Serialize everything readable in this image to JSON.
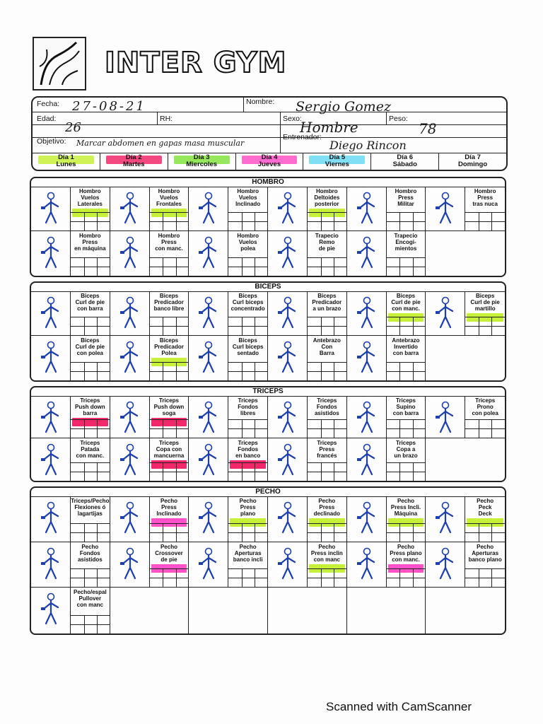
{
  "header": {
    "brand": "INTER GYM"
  },
  "info": {
    "fecha_label": "Fecha:",
    "fecha_value": "27-08-21",
    "nombre_label": "Nombre:",
    "nombre_value": "Sergio Gomez",
    "edad_label": "Edad:",
    "edad_value": "26",
    "rh_label": "RH:",
    "sexo_label": "Sexo:",
    "sexo_value": "Hombre",
    "peso_label": "Peso:",
    "peso_value": "78",
    "objetivo_label": "Objetivo:",
    "objetivo_value": "Marcar abdomen en gapas masa muscular",
    "entrenador_label": "Entrenador:",
    "entrenador_value": "Diego Rincon"
  },
  "days": [
    {
      "line1": "Día 1",
      "line2": "Lunes",
      "color": "#c7f03a"
    },
    {
      "line1": "Día 2",
      "line2": "Martes",
      "color": "#f2286a"
    },
    {
      "line1": "Día 3",
      "line2": "Miercoles",
      "color": "#84e33f"
    },
    {
      "line1": "Día 4",
      "line2": "Jueves",
      "color": "#ff52c8"
    },
    {
      "line1": "Día 5",
      "line2": "Viernes",
      "color": "#6ad9f2"
    },
    {
      "line1": "Día 6",
      "line2": "Sábado",
      "color": ""
    },
    {
      "line1": "Día 7",
      "line2": "Domingo",
      "color": ""
    }
  ],
  "sections": {
    "hombro": {
      "title": "HOMBRO",
      "rows": [
        [
          {
            "lines": [
              "Hombro",
              "Vuelos",
              "Laterales"
            ],
            "hl": "#c7f03a"
          },
          {
            "lines": [
              "Hombro",
              "Vuelos",
              "Frontales"
            ],
            "hl": "#c7f03a"
          },
          {
            "lines": [
              "Hombro",
              "Vuelos",
              "Inclinado"
            ],
            "hl": ""
          },
          {
            "lines": [
              "Hombro",
              "Deltoides",
              "posterior"
            ],
            "hl": "#c7f03a"
          },
          {
            "lines": [
              "Hombro",
              "Press",
              "Militar"
            ],
            "hl": ""
          },
          {
            "lines": [
              "Hombro",
              "Press",
              "tras nuca"
            ],
            "hl": ""
          }
        ],
        [
          {
            "lines": [
              "Hombro",
              "Press",
              "en máquina"
            ],
            "hl": ""
          },
          {
            "lines": [
              "Hombro",
              "Press",
              "con manc."
            ],
            "hl": ""
          },
          {
            "lines": [
              "Hombro",
              "Vuelos",
              "polea"
            ],
            "hl": ""
          },
          {
            "lines": [
              "Trapecio",
              "Remo",
              "de pie"
            ],
            "hl": ""
          },
          {
            "lines": [
              "Trapecio",
              "Encogi-",
              "mientos"
            ],
            "hl": ""
          },
          {
            "lines": [],
            "hl": ""
          }
        ]
      ]
    },
    "biceps": {
      "title": "BICEPS",
      "rows": [
        [
          {
            "lines": [
              "Biceps",
              "Curl de pie",
              "con barra"
            ],
            "hl": ""
          },
          {
            "lines": [
              "Biceps",
              "Predicador",
              "banco libre"
            ],
            "hl": ""
          },
          {
            "lines": [
              "Biceps",
              "Curl biceps",
              "concentrado"
            ],
            "hl": ""
          },
          {
            "lines": [
              "Biceps",
              "Predicador",
              "a un brazo"
            ],
            "hl": ""
          },
          {
            "lines": [
              "Biceps",
              "Curl de pie",
              "con manc."
            ],
            "hl": "#c7f03a"
          },
          {
            "lines": [
              "Biceps",
              "Curl de pie",
              "martillo"
            ],
            "hl": "#c7f03a"
          }
        ],
        [
          {
            "lines": [
              "Biceps",
              "Curl de pie",
              "con polea"
            ],
            "hl": ""
          },
          {
            "lines": [
              "Biceps",
              "Predicador",
              "Polea"
            ],
            "hl": "#c7f03a"
          },
          {
            "lines": [
              "Biceps",
              "Curl biceps",
              "sentado"
            ],
            "hl": ""
          },
          {
            "lines": [
              "Antebrazo",
              "Con",
              "Barra"
            ],
            "hl": ""
          },
          {
            "lines": [
              "Antebrazo",
              "Invertido",
              "con barra"
            ],
            "hl": ""
          },
          {
            "lines": [],
            "hl": ""
          }
        ]
      ]
    },
    "triceps": {
      "title": "TRICEPS",
      "rows": [
        [
          {
            "lines": [
              "Triceps",
              "Push down",
              "barra"
            ],
            "hl": "#f2286a"
          },
          {
            "lines": [
              "Triceps",
              "Push down",
              "soga"
            ],
            "hl": "#f2286a"
          },
          {
            "lines": [
              "Triceps",
              "Fondos",
              "libres"
            ],
            "hl": ""
          },
          {
            "lines": [
              "Triceps",
              "Fondos",
              "asistidos"
            ],
            "hl": ""
          },
          {
            "lines": [
              "Triceps",
              "Supino",
              "con barra"
            ],
            "hl": ""
          },
          {
            "lines": [
              "Triceps",
              "Prono",
              "con polea"
            ],
            "hl": ""
          }
        ],
        [
          {
            "lines": [
              "Triceps",
              "Patada",
              "con manc."
            ],
            "hl": ""
          },
          {
            "lines": [
              "Triceps",
              "Copa con",
              "mancuerna"
            ],
            "hl": "#f2286a"
          },
          {
            "lines": [
              "Triceps",
              "Fondos",
              "en banco"
            ],
            "hl": "#f2286a"
          },
          {
            "lines": [
              "Triceps",
              "Press",
              "francés"
            ],
            "hl": ""
          },
          {
            "lines": [
              "Triceps",
              "Copa a",
              "un brazo"
            ],
            "hl": ""
          },
          {
            "lines": [],
            "hl": ""
          }
        ]
      ]
    },
    "pecho": {
      "title": "PECHO",
      "rows": [
        [
          {
            "lines": [
              "Triceps/Pecho",
              "Flexiones ó",
              "lagartijas"
            ],
            "hl": ""
          },
          {
            "lines": [
              "Pecho",
              "Press",
              "Inclinado"
            ],
            "hl": "#ff52c8"
          },
          {
            "lines": [
              "Pecho",
              "Press",
              "plano"
            ],
            "hl": "#c7f03a"
          },
          {
            "lines": [
              "Pecho",
              "Press",
              "declinado"
            ],
            "hl": "#c7f03a"
          },
          {
            "lines": [
              "Pecho",
              "Press Incli.",
              "Máquina"
            ],
            "hl": "#c7f03a"
          },
          {
            "lines": [
              "Pecho",
              "Peck",
              "Deck"
            ],
            "hl": "#c7f03a"
          }
        ],
        [
          {
            "lines": [
              "Pecho",
              "Fondos",
              "asistidos"
            ],
            "hl": ""
          },
          {
            "lines": [
              "Pecho",
              "Crossover",
              "de pie"
            ],
            "hl": "#ff52c8"
          },
          {
            "lines": [
              "Pecho",
              "Aperturas",
              "banco incli"
            ],
            "hl": ""
          },
          {
            "lines": [
              "Pecho",
              "Press inclin",
              "con manc"
            ],
            "hl": "#c7f03a"
          },
          {
            "lines": [
              "Pecho",
              "Press plano",
              "con manc."
            ],
            "hl": "#ff52c8"
          },
          {
            "lines": [
              "Pecho",
              "Aperturas",
              "banco plano"
            ],
            "hl": ""
          }
        ],
        [
          {
            "lines": [
              "Pecho/espal",
              "Pullover",
              "con manc"
            ],
            "hl": ""
          },
          {
            "lines": [],
            "hl": ""
          },
          {
            "lines": [],
            "hl": ""
          },
          {
            "lines": [],
            "hl": ""
          },
          {
            "lines": [],
            "hl": ""
          },
          {
            "lines": [],
            "hl": ""
          }
        ]
      ]
    }
  },
  "footer": {
    "text": "Scanned with CamScanner"
  },
  "icons": {
    "logo": "gym-figure-logo-icon",
    "exercise": "exercise-figure-icon"
  }
}
